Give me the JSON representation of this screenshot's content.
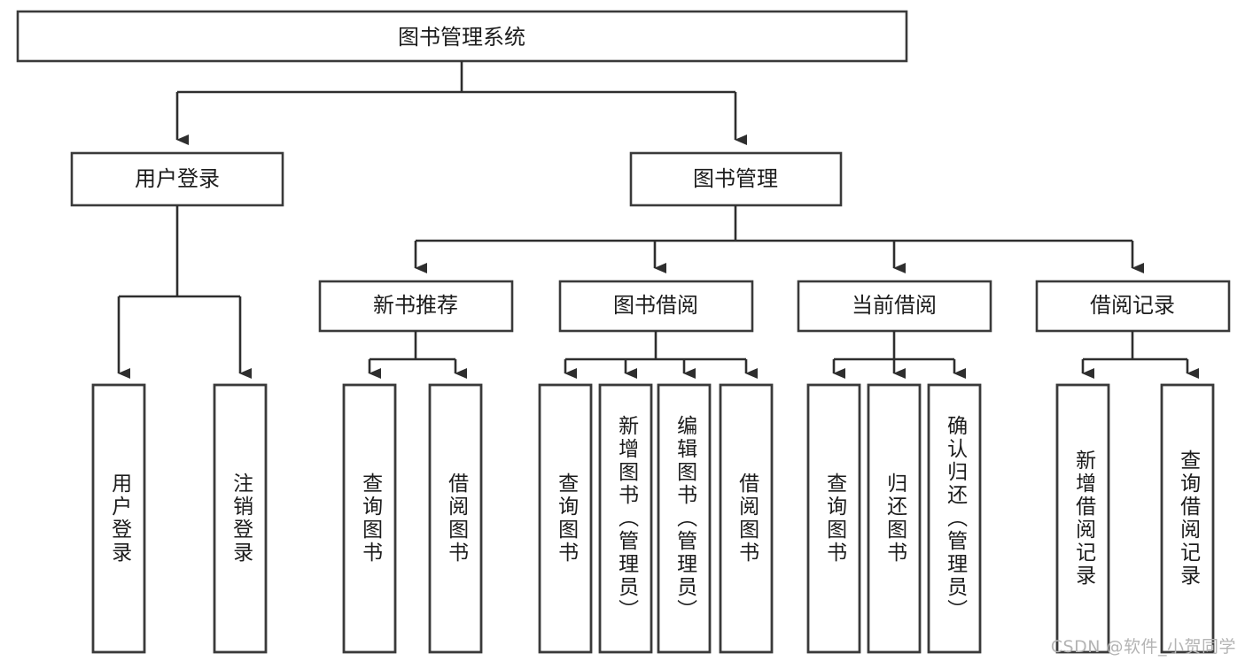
{
  "diagram": {
    "title": "图书管理系统",
    "watermark": "CSDN @软件_小贺同学",
    "colors": {
      "box_stroke": "#3a3a3a",
      "connector": "#2e2e2e",
      "text": "#1c1c1c",
      "background": "#ffffff",
      "watermark": "#b4b4b4"
    },
    "root": {
      "label": "图书管理系统"
    },
    "level2": [
      {
        "label": "用户登录"
      },
      {
        "label": "图书管理"
      }
    ],
    "level3": [
      {
        "label": "新书推荐"
      },
      {
        "label": "图书借阅"
      },
      {
        "label": "当前借阅"
      },
      {
        "label": "借阅记录"
      }
    ],
    "leaves": [
      {
        "label": "用户登录",
        "parent": "用户登录"
      },
      {
        "label": "注销登录",
        "parent": "用户登录"
      },
      {
        "label": "查询图书",
        "parent": "新书推荐"
      },
      {
        "label": "借阅图书",
        "parent": "新书推荐"
      },
      {
        "label": "查询图书",
        "parent": "图书借阅"
      },
      {
        "label": "新增图书（管理员）",
        "parent": "图书借阅"
      },
      {
        "label": "编辑图书（管理员）",
        "parent": "图书借阅"
      },
      {
        "label": "借阅图书",
        "parent": "图书借阅"
      },
      {
        "label": "查询图书",
        "parent": "当前借阅"
      },
      {
        "label": "归还图书",
        "parent": "当前借阅"
      },
      {
        "label": "确认归还（管理员）",
        "parent": "当前借阅"
      },
      {
        "label": "新增借阅记录",
        "parent": "借阅记录"
      },
      {
        "label": "查询借阅记录",
        "parent": "借阅记录"
      }
    ]
  }
}
